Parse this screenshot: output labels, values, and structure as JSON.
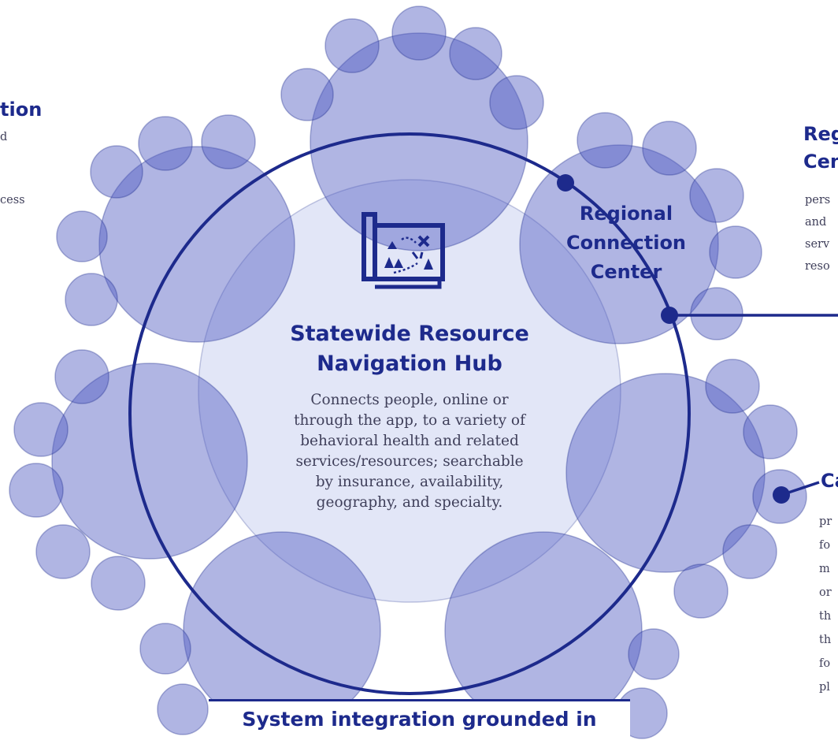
{
  "colors": {
    "navy": "#1d2a8c",
    "bubble_fill": "#4f5bc0",
    "hub_fill": "#dfe3f6",
    "text_gray": "#3f3f5a"
  },
  "icons": {
    "hub": "treasure-map-icon"
  },
  "hub": {
    "title_line1": "Statewide Resource",
    "title_line2": "Navigation Hub",
    "desc_line1": "Connects people, online or",
    "desc_line2": "through the app, to a variety of",
    "desc_line3": "behavioral health and related",
    "desc_line4": "services/resources; searchable",
    "desc_line5": "by insurance, availability,",
    "desc_line6": "geography, and specialty."
  },
  "regional_center": {
    "line1": "Regional",
    "line2": "Connection",
    "line3": "Center"
  },
  "left_panel": {
    "heading": "tion",
    "line1": "d",
    "line2": "cess"
  },
  "right_top_panel": {
    "heading_line1": "Reg",
    "heading_line2": "Cen",
    "line1": "pers",
    "line2": "and",
    "line3": "serv",
    "line4": "reso"
  },
  "right_bottom_panel": {
    "heading": "Ca",
    "lines": [
      "pr",
      "fo",
      "m",
      "or",
      "th",
      "th",
      "fo",
      "pl"
    ]
  },
  "bottom_banner": {
    "text": "System integration grounded in"
  }
}
